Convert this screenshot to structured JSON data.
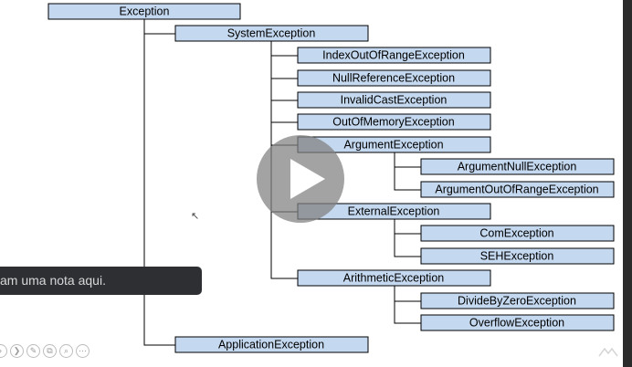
{
  "diagram": {
    "root": "Exception",
    "system": {
      "label": "SystemException",
      "children": [
        "IndexOutOfRangeException",
        "NullReferenceException",
        "InvalidCastException",
        "OutOfMemoryException"
      ],
      "argument": {
        "label": "ArgumentException",
        "children": [
          "ArgumentNullException",
          "ArgumentOutOfRangeException"
        ]
      },
      "external": {
        "label": "ExternalException",
        "children": [
          "ComException",
          "SEHException"
        ]
      },
      "arithmetic": {
        "label": "ArithmeticException",
        "children": [
          "DivideByZeroException",
          "OverflowException"
        ]
      }
    },
    "application": "ApplicationException",
    "box_fill": "#c4d8ef",
    "line_color": "#000000"
  },
  "overlay": {
    "note_text": "am uma nota aqui.",
    "play_icon": "play-icon",
    "note_bg": "#2d2f33"
  },
  "toolbar": {
    "icons": [
      "previous-icon",
      "next-icon",
      "pen-icon",
      "copy-icon",
      "zoom-icon",
      "more-icon"
    ],
    "glyphs": [
      "›",
      "❯",
      "✎",
      "⧉",
      "⌕",
      "⋯"
    ]
  }
}
